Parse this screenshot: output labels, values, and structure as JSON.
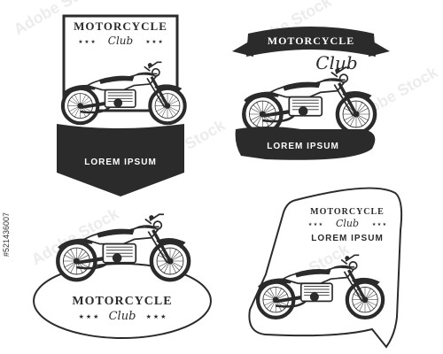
{
  "colors": {
    "ink": "#2b2b2b",
    "paper": "#ffffff",
    "watermark": "#e6e6e6"
  },
  "badges": [
    {
      "title": "MOTORCYCLE",
      "subtitle": "Club",
      "text": "LOREM IPSUM"
    },
    {
      "title": "MOTORCYCLE",
      "subtitle": "Club",
      "text": "LOREM IPSUM"
    },
    {
      "title": "MOTORCYCLE",
      "subtitle": "Club"
    },
    {
      "title": "MOTORCYCLE",
      "subtitle": "Club",
      "text": "LOREM IPSUM"
    }
  ],
  "stars": "★ ★ ★",
  "stock_id": "#521436007",
  "watermark_text": "Adobe Stock"
}
